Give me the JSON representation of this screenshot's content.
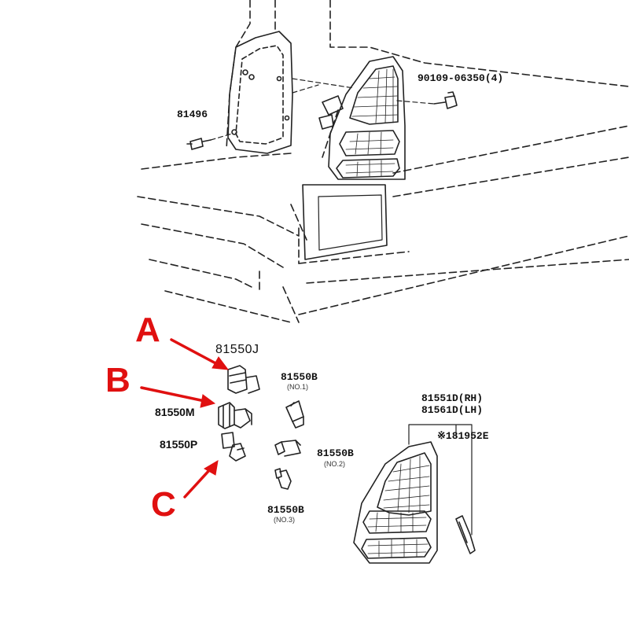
{
  "colors": {
    "line": "#222222",
    "annotation": "#e01010",
    "background": "#ffffff"
  },
  "labels": {
    "screw": "90109-06350(4)",
    "clip": "81496",
    "socket_a": "81550J",
    "socket_b": "81550M",
    "socket_c": "81550P",
    "bulb_1": "81550B",
    "bulb_1_note": "(NO.1)",
    "bulb_2": "81550B",
    "bulb_2_note": "(NO.2)",
    "bulb_3": "81550B",
    "bulb_3_note": "(NO.3)",
    "lamp_rh": "81551D(RH)",
    "lamp_lh": "81561D(LH)",
    "gasket": "※181952E"
  },
  "annotations": {
    "a": "A",
    "b": "B",
    "c": "C"
  }
}
